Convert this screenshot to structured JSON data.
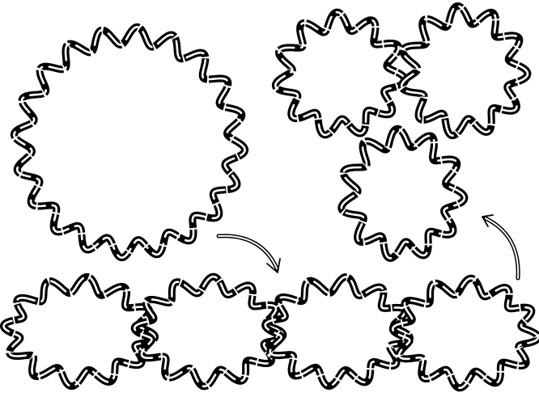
{
  "figure": {
    "description_free": true,
    "colors": {
      "strand": "#000000",
      "background": "#ffffff"
    },
    "structures": [
      {
        "id": "large-circle",
        "kind": "single-circle"
      },
      {
        "id": "trefoil-catenane",
        "kind": "three-interlocked-rings"
      },
      {
        "id": "linear-catenane",
        "kind": "four-interlocked-rings"
      }
    ],
    "arrows": [
      {
        "id": "arrow-to-chain",
        "from": "large-circle",
        "to": "linear-catenane"
      },
      {
        "id": "arrow-to-trefoil",
        "from": "linear-catenane",
        "to": "trefoil-catenane"
      }
    ]
  }
}
